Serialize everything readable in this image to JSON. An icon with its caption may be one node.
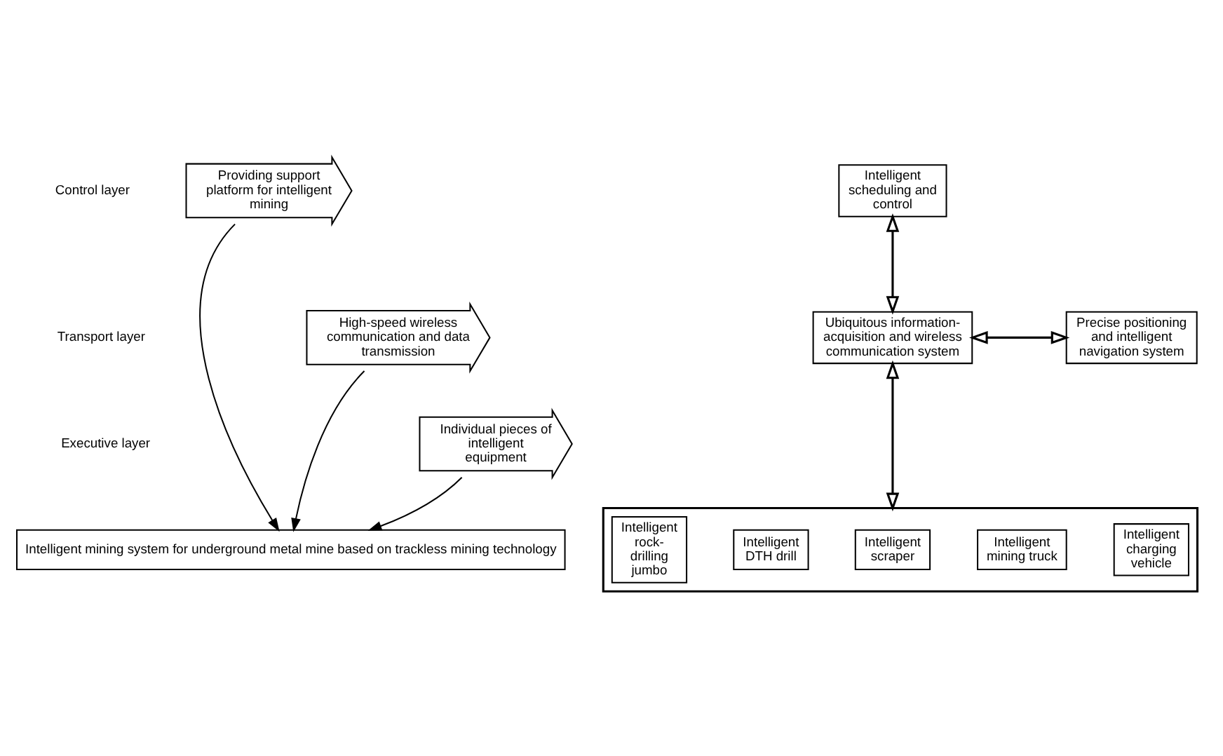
{
  "diagram": {
    "nodes": [
      {
        "text": [
          "Providing support platform for intelligent mining"
        ]
      },
      {
        "text": [
          "Intelligent scheduling and control"
        ]
      },
      {
        "text": [
          "High-speed wireless communication and data transmission"
        ]
      },
      {
        "text": [
          "Ubiquitous information-acquisition and wireless communication system"
        ]
      },
      {
        "text": [
          "Precise positioning and intelligent navigation system"
        ]
      },
      {
        "text": [
          "Individual pieces of intelligent equipment"
        ]
      },
      {
        "text": [],
        "shape": "box"
      },
      {
        "text": [
          "Intelligent rock-drilling jumbo"
        ],
        "in": 6
      },
      {
        "text": [
          "Intelligent DTH drill"
        ],
        "in": 6
      },
      {
        "text": [
          "Intelligent scraper"
        ],
        "in": 6
      },
      {
        "text": [
          "Intelligent mining truck"
        ],
        "in": 6
      },
      {
        "text": [
          "Intelligent charging vehicle"
        ],
        "in": 6
      },
      {
        "text": [
          "Intelligent mining system for underground metal mine based on trackless mining technology"
        ]
      }
    ],
    "edges": [
      {
        "from": 1,
        "to": 3,
        "arrow": "both"
      },
      {
        "from": 3,
        "to": 4,
        "arrow": "both"
      },
      {
        "from": 3,
        "to": 6,
        "arrow": "both"
      },
      {
        "from": 0,
        "to": 12,
        "arrow": "to"
      },
      {
        "from": 2,
        "to": 12,
        "arrow": "to"
      },
      {
        "from": 5,
        "to": 12,
        "arrow": "to"
      }
    ],
    "labels": [
      "Control layer",
      "Transport layer",
      "Executive layer"
    ]
  }
}
